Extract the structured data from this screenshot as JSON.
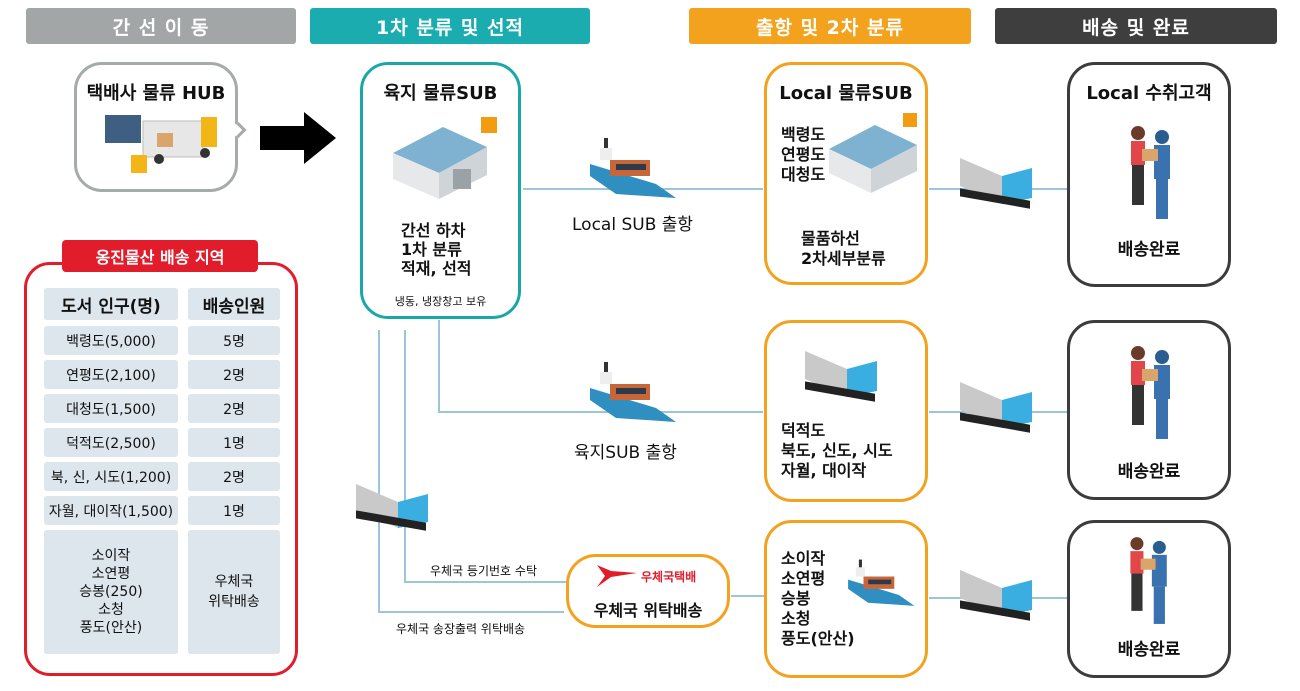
{
  "headers": {
    "stage1": "간 선 이 동",
    "stage2": "1차 분류 및 선적",
    "stage3": "출항 및 2차 분류",
    "stage4": "배송 및 완료"
  },
  "hub": {
    "title": "택배사 물류 HUB"
  },
  "mainland_sub": {
    "title": "육지 물류SUB",
    "tasks": [
      "간선 하차",
      "1차 분류",
      "적재,  선적"
    ],
    "note": "냉동, 냉장창고 보유"
  },
  "region": {
    "title": "옹진물산 배송 지역",
    "columns": [
      "도서 인구(명)",
      "배송인원"
    ],
    "rows": [
      {
        "island": "백령도(5,000)",
        "staff": "5명"
      },
      {
        "island": "연평도(2,100)",
        "staff": "2명"
      },
      {
        "island": "대청도(1,500)",
        "staff": "2명"
      },
      {
        "island": "덕적도(2,500)",
        "staff": "1명"
      },
      {
        "island": "북, 신, 시도(1,200)",
        "staff": "2명"
      },
      {
        "island": "자월, 대이작(1,500)",
        "staff": "1명"
      }
    ],
    "last_row": {
      "islands": [
        "소이작",
        "소연평",
        "승봉(250)",
        "소청",
        "풍도(안산)"
      ],
      "staff": [
        "우체국",
        "위탁배송"
      ]
    }
  },
  "routes": {
    "route1_label": "Local SUB 출항",
    "route2_label": "육지SUB 출항",
    "post_label1": "우체국 등기번호 수탁",
    "post_label2": "우체국 송장출력 위탁배송"
  },
  "local_sub1": {
    "title": "Local 물류SUB",
    "islands": [
      "백령도",
      "연평도",
      "대청도"
    ],
    "tasks": [
      "물품하선",
      "2차세부분류"
    ]
  },
  "local_sub2": {
    "islands": [
      "덕적도",
      "북도, 신도, 시도",
      "자월,  대이작"
    ]
  },
  "local_sub3": {
    "islands": [
      "소이작",
      "소연평",
      "승봉",
      "소청",
      "풍도(안산)"
    ]
  },
  "post_office": {
    "logo_text": "우체국택배",
    "label": "우체국 위탁배송"
  },
  "customer": {
    "title": "Local 수취고객",
    "done": "배송완료"
  },
  "colors": {
    "gray": "#a2a6a7",
    "teal": "#1aacae",
    "orange": "#f3a21d",
    "dark": "#3e3e3e",
    "red": "#e11d2b",
    "line": "#9cc6d8"
  }
}
